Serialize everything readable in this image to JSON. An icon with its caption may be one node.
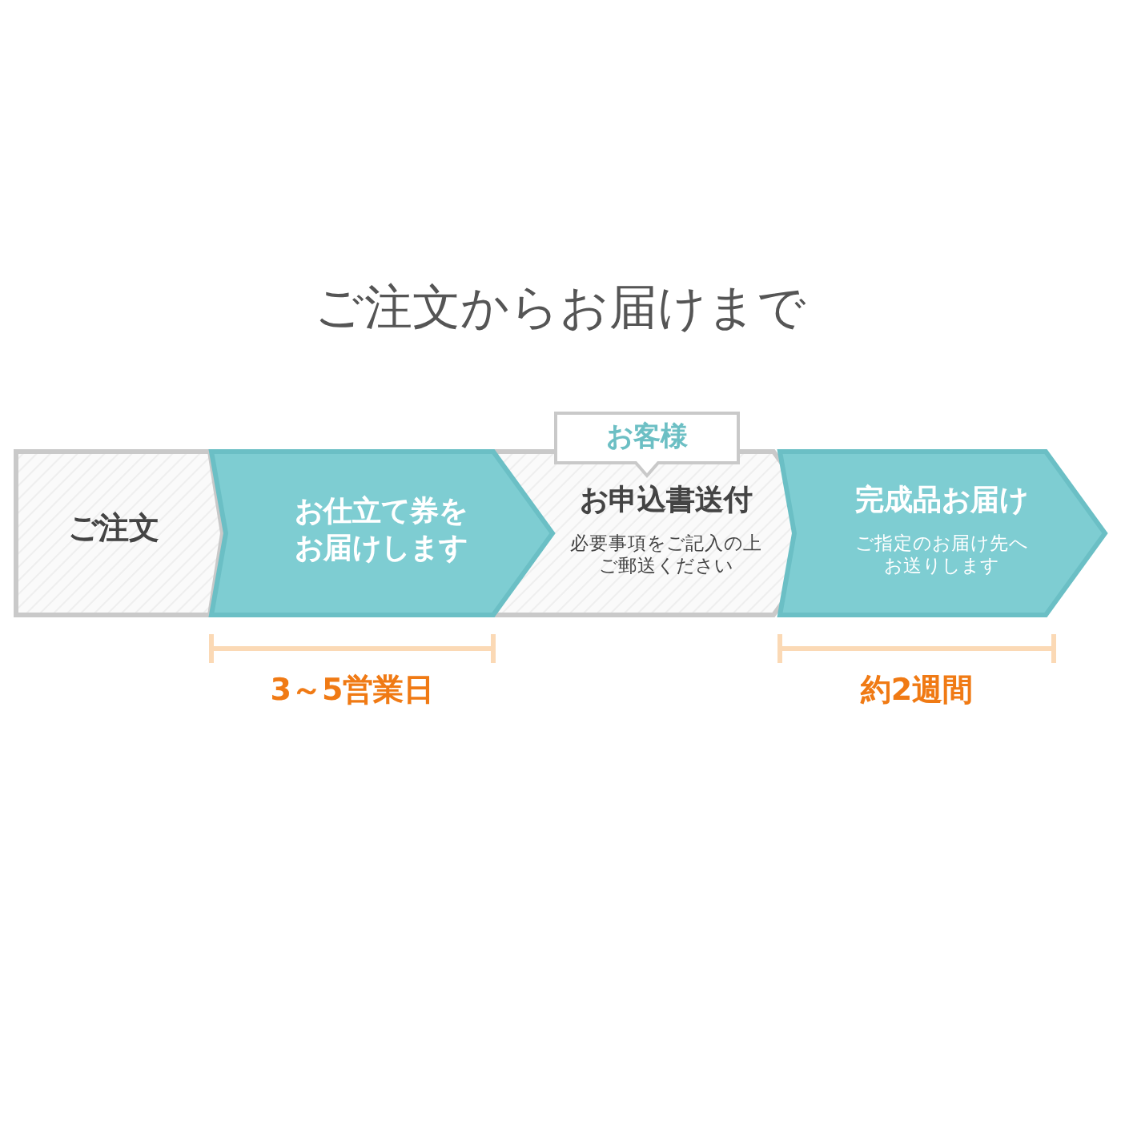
{
  "diagram": {
    "title": "ご注文からお届けまで",
    "nodes": [
      {
        "text": [
          "ご注文"
        ]
      },
      {
        "text": [
          "お仕立て券をお届けします"
        ],
        "beside": [
          "3～5営業日"
        ]
      },
      {
        "text": [
          "お申込書送付",
          "必要事項をご記入の上ご郵送ください"
        ]
      },
      {
        "text": [
          "完成品お届け",
          "ご指定のお届け先へお送りします"
        ],
        "beside": [
          "約2週間"
        ]
      },
      {
        "text": [
          "お客様"
        ]
      }
    ],
    "edges": []
  }
}
